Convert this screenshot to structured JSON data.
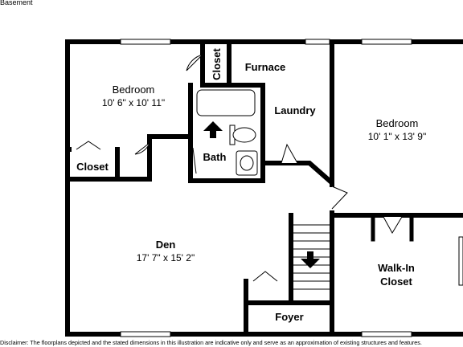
{
  "floor_title": "Basement",
  "disclaimer": "Disclaimer: The floorplans depicted and the stated dimensions in this illustration are indicative only and serve as an approximation of existing structures and features.",
  "rooms": {
    "bedroom_left": {
      "name": "Bedroom",
      "dims": "10' 6\" x 10' 11\""
    },
    "closet_left": {
      "name": "Closet"
    },
    "closet_top": {
      "name": "Closet"
    },
    "furnace": {
      "name": "Furnace"
    },
    "laundry": {
      "name": "Laundry"
    },
    "bath": {
      "name": "Bath"
    },
    "bedroom_right": {
      "name": "Bedroom",
      "dims": "10' 1\" x 13' 9\""
    },
    "den": {
      "name": "Den",
      "dims": "17' 7\" x 15' 2\""
    },
    "walkin_closet": {
      "name_line1": "Walk-In",
      "name_line2": "Closet"
    },
    "foyer": {
      "name": "Foyer"
    }
  }
}
